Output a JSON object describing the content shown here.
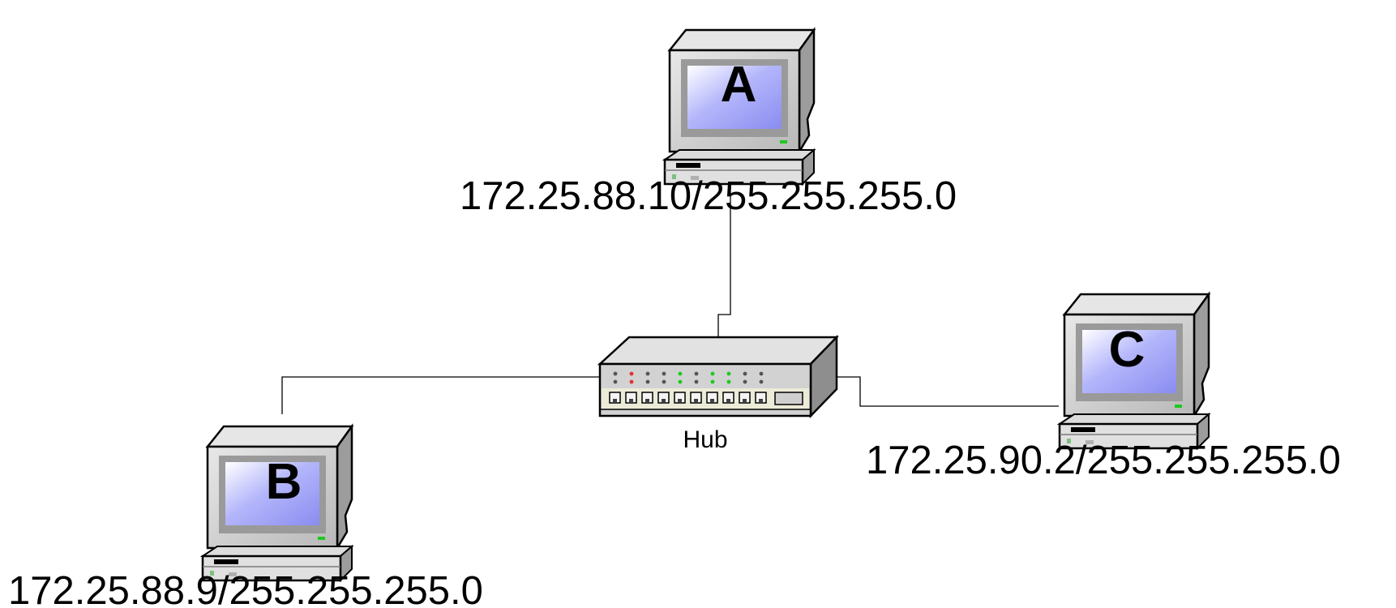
{
  "computers": [
    {
      "letter": "A",
      "address": "172.25.88.10/255.255.255.0"
    },
    {
      "letter": "B",
      "address": "172.25.88.9/255.255.255.0"
    },
    {
      "letter": "C",
      "address": "172.25.90.2/255.255.255.0"
    }
  ],
  "hub": {
    "label": "Hub"
  },
  "colors": {
    "screen": "#a8aaf8",
    "case": "#c8c8c8",
    "line": "#000000",
    "led_green": "#1ec81e",
    "led_red": "#e03030"
  }
}
